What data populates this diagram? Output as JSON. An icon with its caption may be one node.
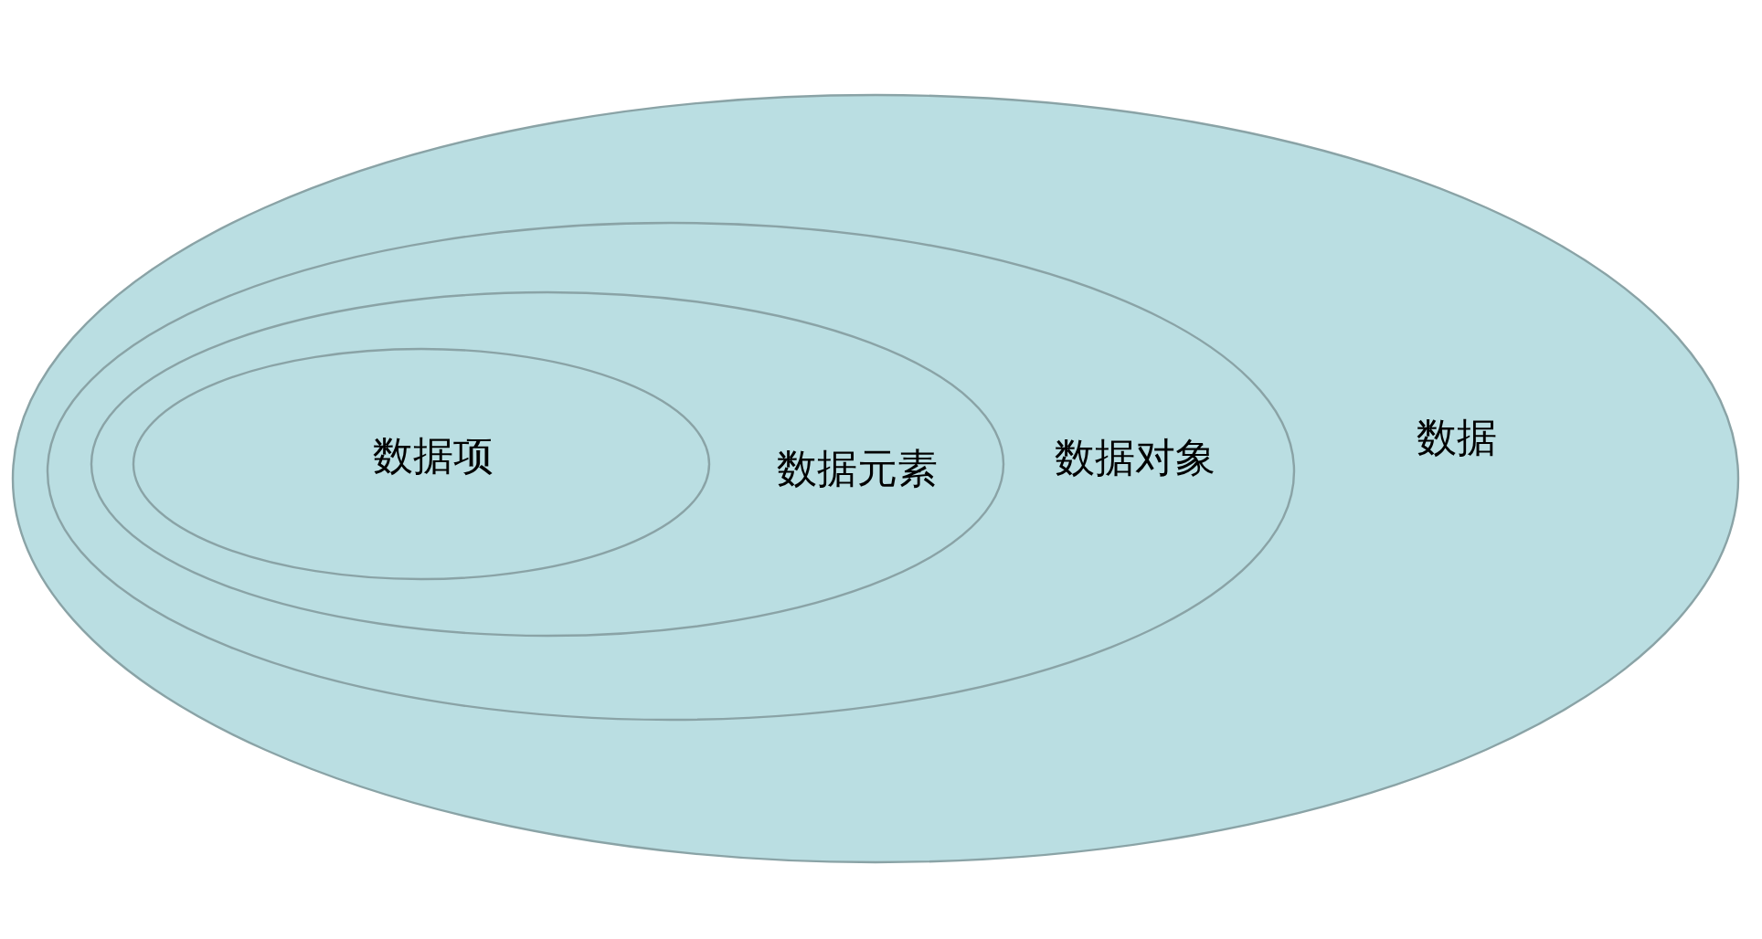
{
  "diagram": {
    "nodes": [
      {
        "text": [
          "数据"
        ]
      },
      {
        "text": [
          "数据对象"
        ],
        "in": 0
      },
      {
        "text": [
          "数据元素"
        ],
        "in": 1
      },
      {
        "text": [
          "数据项"
        ],
        "in": 2
      }
    ]
  }
}
